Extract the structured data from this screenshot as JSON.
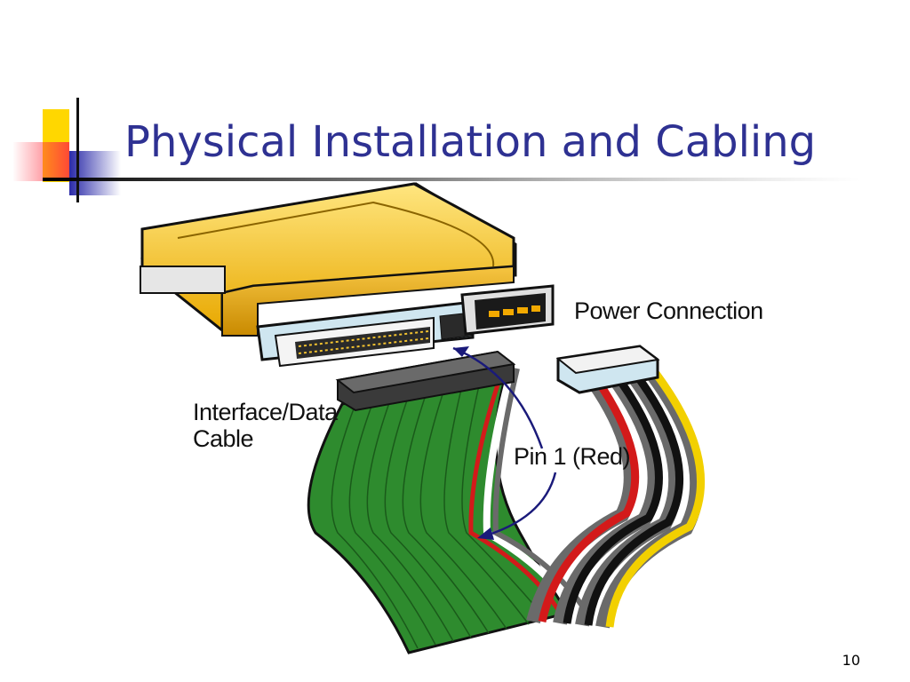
{
  "slide": {
    "title": "Physical Installation and Cabling",
    "page_number": "10"
  },
  "figure": {
    "power_label": "Power Connection",
    "interface_label_line1": "Interface/Data",
    "interface_label_line2": "Cable",
    "pin_label": "Pin 1 (Red)"
  },
  "colors": {
    "title": "#2e3192",
    "accent_yellow": "#ffd700",
    "accent_blue": "#2a2aa8",
    "accent_red": "#ff3040",
    "cable_green": "#2e8b2e",
    "drive_gold": "#f2c230"
  }
}
